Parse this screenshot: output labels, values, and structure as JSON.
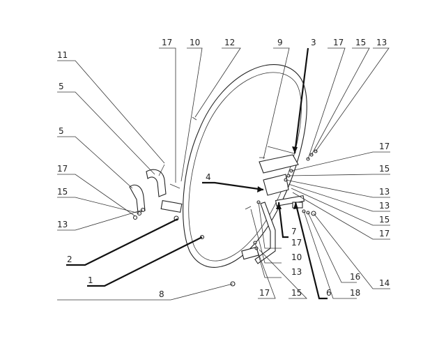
{
  "labels": {
    "l11": "11",
    "l5a": "5",
    "l5b": "5",
    "l17a": "17",
    "l15a": "15",
    "l13a": "13",
    "l2": "2",
    "l1": "1",
    "l8": "8",
    "l17top": "17",
    "l10top": "10",
    "l12": "12",
    "l9": "9",
    "l3": "3",
    "l17tr": "17",
    "l15tr": "15",
    "l13tr": "13",
    "l4": "4",
    "l7": "7",
    "r17a": "17",
    "r15a": "15",
    "r13a": "13",
    "r13b": "13",
    "r15b": "15",
    "r17b": "17",
    "b17": "17",
    "b10": "10",
    "b13": "13",
    "b17c": "17",
    "b15": "15",
    "b6": "6",
    "b18": "18",
    "b16": "16",
    "b14": "14"
  }
}
